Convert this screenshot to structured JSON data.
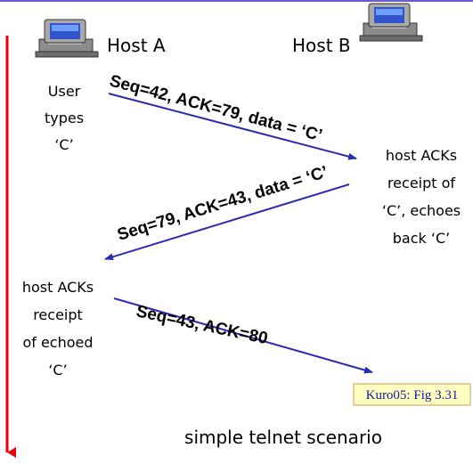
{
  "hosts": {
    "a": {
      "label": "Host A"
    },
    "b": {
      "label": "Host B"
    }
  },
  "left_notes": {
    "user_types": [
      "User",
      "types",
      "‘C’"
    ],
    "host_acks_echo": [
      "host ACKs",
      "receipt",
      "of echoed",
      "‘C’"
    ]
  },
  "right_notes": {
    "host_acks": [
      "host ACKs",
      "receipt of",
      "‘C’, echoes",
      "back ‘C’"
    ]
  },
  "messages": [
    {
      "text": "Seq=42, ACK=79, data = ‘C’"
    },
    {
      "text": "Seq=79, ACK=43, data = ‘C’"
    },
    {
      "text": "Seq=43, ACK=80"
    }
  ],
  "reference": "Kuro05: Fig 3.31",
  "caption": "simple telnet scenario",
  "colors": {
    "top_rule": "#6a5acd",
    "time_axis": "#e8000b",
    "arrow": "#2b2bb0",
    "ref_box_fill": "#ffffc0",
    "ref_box_border": "#c89a5a"
  }
}
